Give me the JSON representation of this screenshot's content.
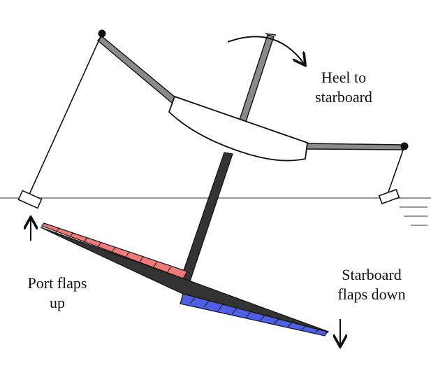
{
  "labels": {
    "heel_line1": "Heel to",
    "heel_line2": "starboard",
    "port_line1": "Port flaps",
    "port_line2": "up",
    "starboard_line1": "Starboard",
    "starboard_line2": "flaps down"
  },
  "colors": {
    "outline": "#111111",
    "strut_gray": "#8a8a8a",
    "foil_dark": "#333333",
    "port_flap": "#f07a7a",
    "starboard_flap": "#4e5fe6",
    "water_line": "#777777"
  }
}
